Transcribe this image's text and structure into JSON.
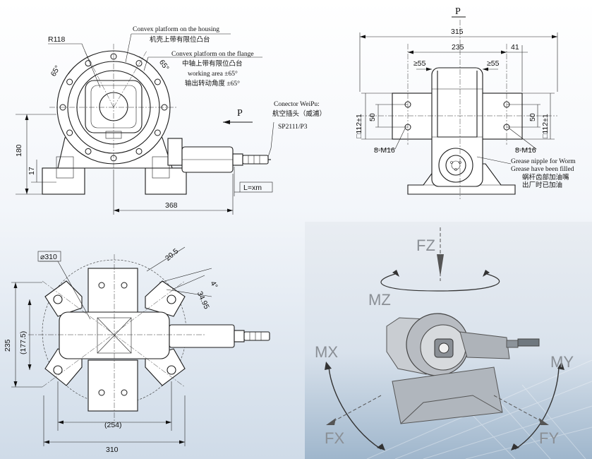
{
  "colors": {
    "line": "#1a1a1a",
    "label_grey": "#8a8f95",
    "background_top": "#ffffff",
    "background_bottom": "#cdd9e6"
  },
  "views": {
    "front": {
      "radius": "R118",
      "angle_left": "65°",
      "angle_right": "65°",
      "callout_housing_en": "Convex platform on the housing",
      "callout_housing_cn": "机壳上带有限位凸台",
      "callout_flange_en": "Convex platform on the flange",
      "callout_flange_cn": "中轴上带有限位凸台",
      "working_area_en": "working area ±65°",
      "working_area_cn": "输出转动角度 ±65°",
      "connector_en": "Conector WeiPu:",
      "connector_cn": "航空插头（威浦）",
      "connector_part": "SP2111/P3",
      "arrow_label": "P",
      "dim_height": "180",
      "dim_base": "17",
      "dim_width": "368",
      "cable_length": "L=xm"
    },
    "side": {
      "arrow_label": "P",
      "dim_total": "315",
      "dim_mid": "235",
      "dim_right_small": "41",
      "dim_left_55": "≥55",
      "dim_right_55": "≥55",
      "dim_sq_left": "□112±1",
      "dim_50_left": "50",
      "dim_sq_right": "□112±1",
      "dim_50_right": "50",
      "bolt_left": "8-M16",
      "bolt_right": "8-M16",
      "grease_en_1": "Grease nipple for Worm",
      "grease_en_2": "Grease have been filled",
      "grease_cn_1": "蜗杆齿部加油嘴",
      "grease_cn_2": "出厂时已加油"
    },
    "top": {
      "diameter": "⌀310",
      "dim_205": "20.5",
      "dim_4": "4°",
      "dim_3495": "34.95",
      "dim_235": "235",
      "dim_1775": "(177.5)",
      "dim_254": "(254)",
      "dim_310": "310"
    },
    "iso": {
      "fz": "FZ",
      "mz": "MZ",
      "mx": "MX",
      "my": "MY",
      "fx": "FX",
      "fy": "FY"
    }
  }
}
